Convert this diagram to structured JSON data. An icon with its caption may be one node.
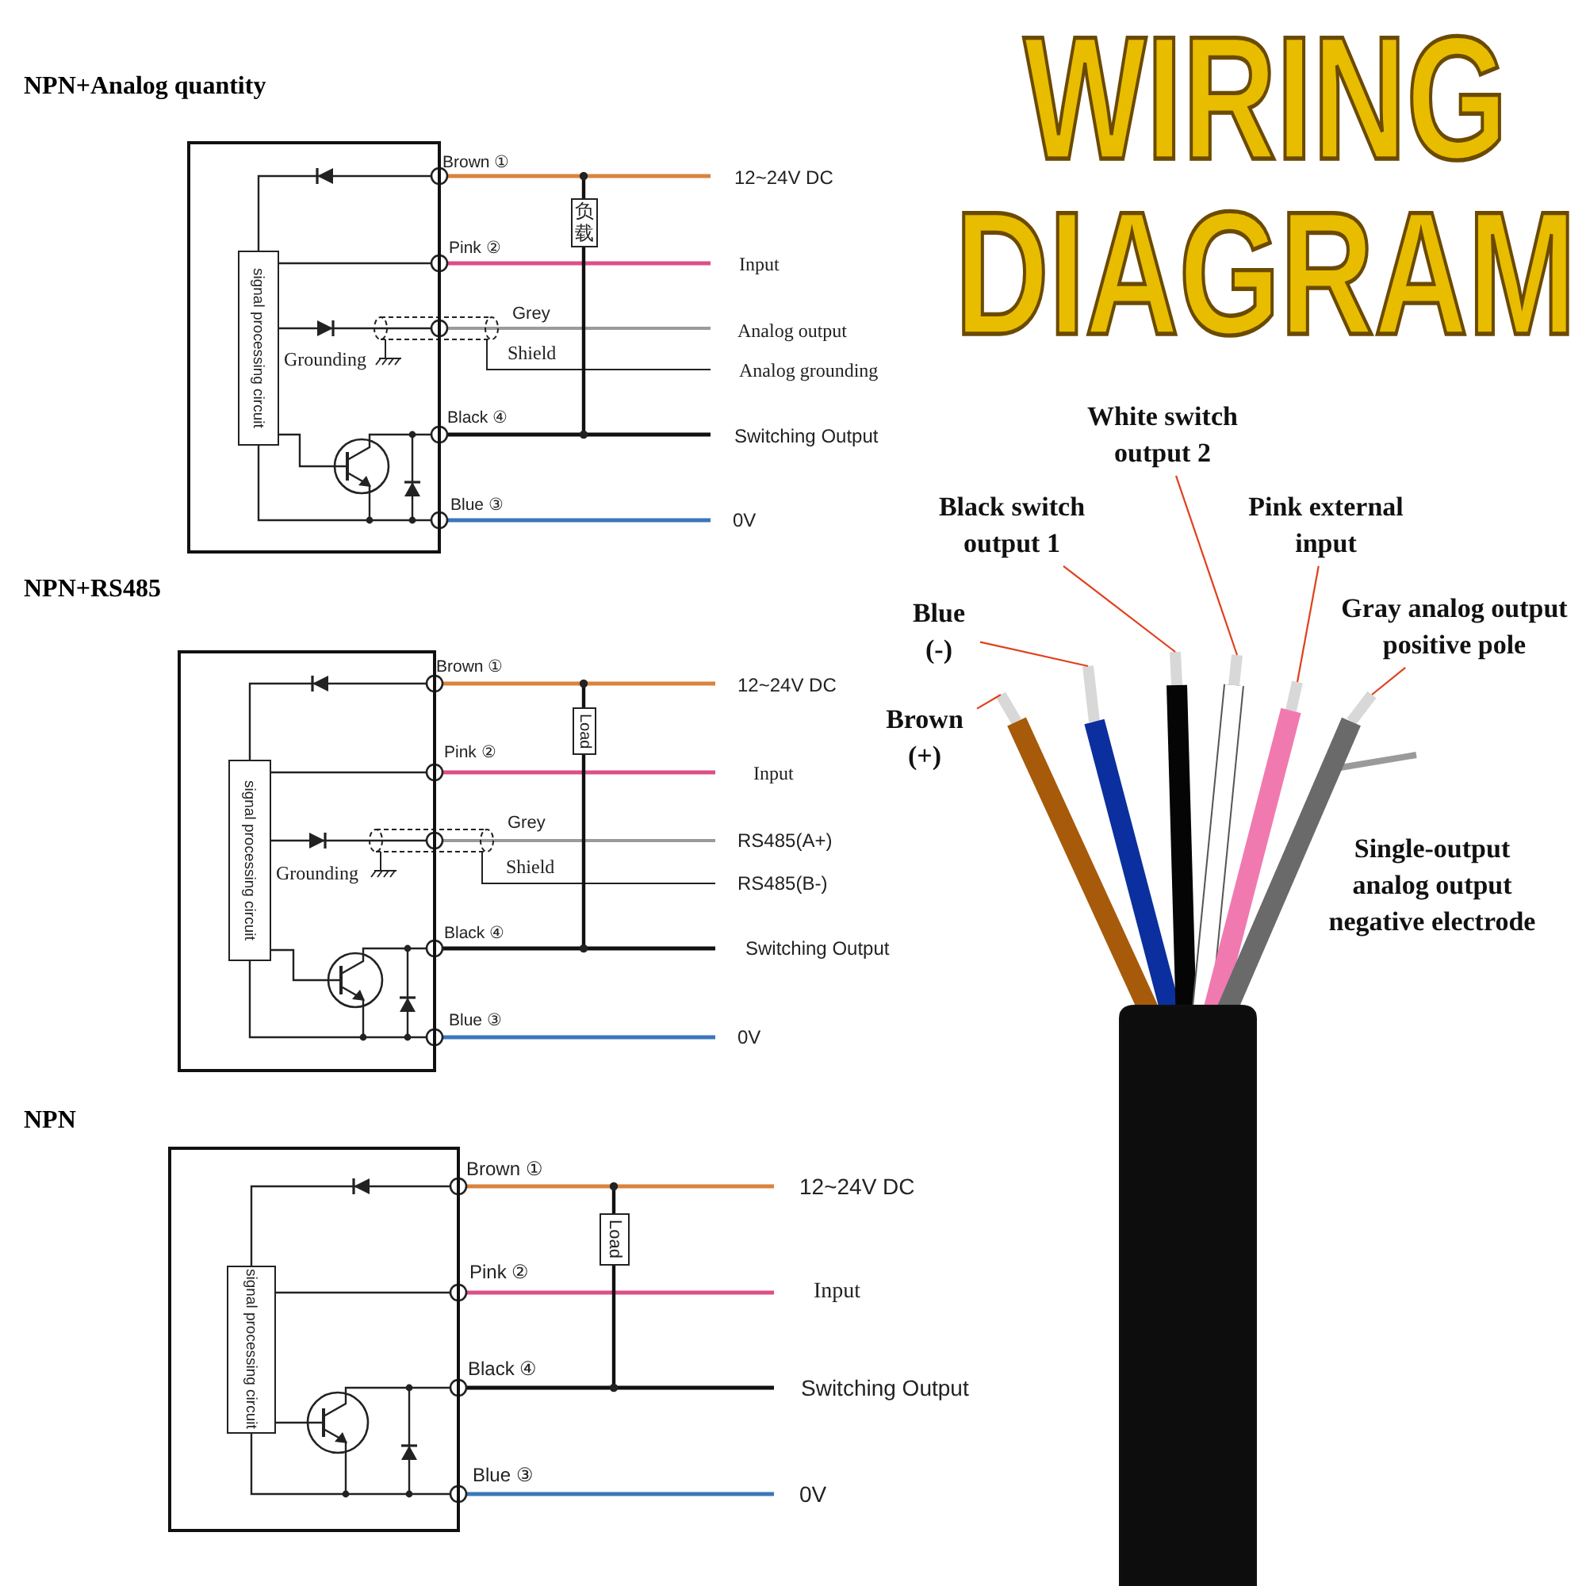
{
  "diagram": {
    "title": "WIRING DIAGRAM",
    "nodes": [
      {
        "text": [],
        "shape": "box"
      },
      {
        "text": [
          "signal processing circuit"
        ],
        "in": 0
      },
      {
        "text": [
          "负载"
        ]
      },
      {
        "text": [],
        "shape": "box"
      },
      {
        "text": [
          "signal processing circuit"
        ],
        "in": 3
      },
      {
        "text": [
          "Load"
        ]
      },
      {
        "text": [],
        "shape": "box"
      },
      {
        "text": [
          "signal processing circuit"
        ],
        "in": 6
      },
      {
        "text": [
          "Load"
        ]
      },
      {
        "text": [
          "Brown (+)"
        ]
      },
      {
        "text": [
          "Blue (-)"
        ]
      },
      {
        "text": [
          "Black switch output 1"
        ]
      },
      {
        "text": [
          "White switch output 2"
        ]
      },
      {
        "text": [
          "Pink external input"
        ]
      },
      {
        "text": [
          "Gray analog output positive pole"
        ]
      }
    ],
    "edges": [
      {
        "from": 9,
        "to": null,
        "arrow": "none"
      },
      {
        "from": 10,
        "to": null,
        "arrow": "none"
      },
      {
        "from": 11,
        "to": null,
        "arrow": "none"
      },
      {
        "from": 12,
        "to": null,
        "arrow": "none"
      },
      {
        "from": 13,
        "to": null,
        "arrow": "none"
      },
      {
        "from": 14,
        "to": null,
        "arrow": "none"
      }
    ],
    "labels": [
      "NPN+Analog quantity",
      "Brown ①",
      "12~24V DC",
      "Pink ②",
      "Input",
      "Grey",
      "Analog output",
      "Grounding",
      "Shield",
      "Analog grounding",
      "Black ④",
      "Switching Output",
      "Blue ③",
      "0V",
      "NPN+RS485",
      "Brown ①",
      "12~24V DC",
      "Pink ②",
      "Input",
      "Grey",
      "RS485(A+)",
      "Grounding",
      "Shield",
      "RS485(B-)",
      "Black ④",
      "Switching Output",
      "Blue ③",
      "0V",
      "NPN",
      "Brown ①",
      "12~24V DC",
      "Pink ②",
      "Input",
      "Black ④",
      "Switching Output",
      "Blue ③",
      "0V",
      "Single-output analog output negative electrode"
    ]
  }
}
